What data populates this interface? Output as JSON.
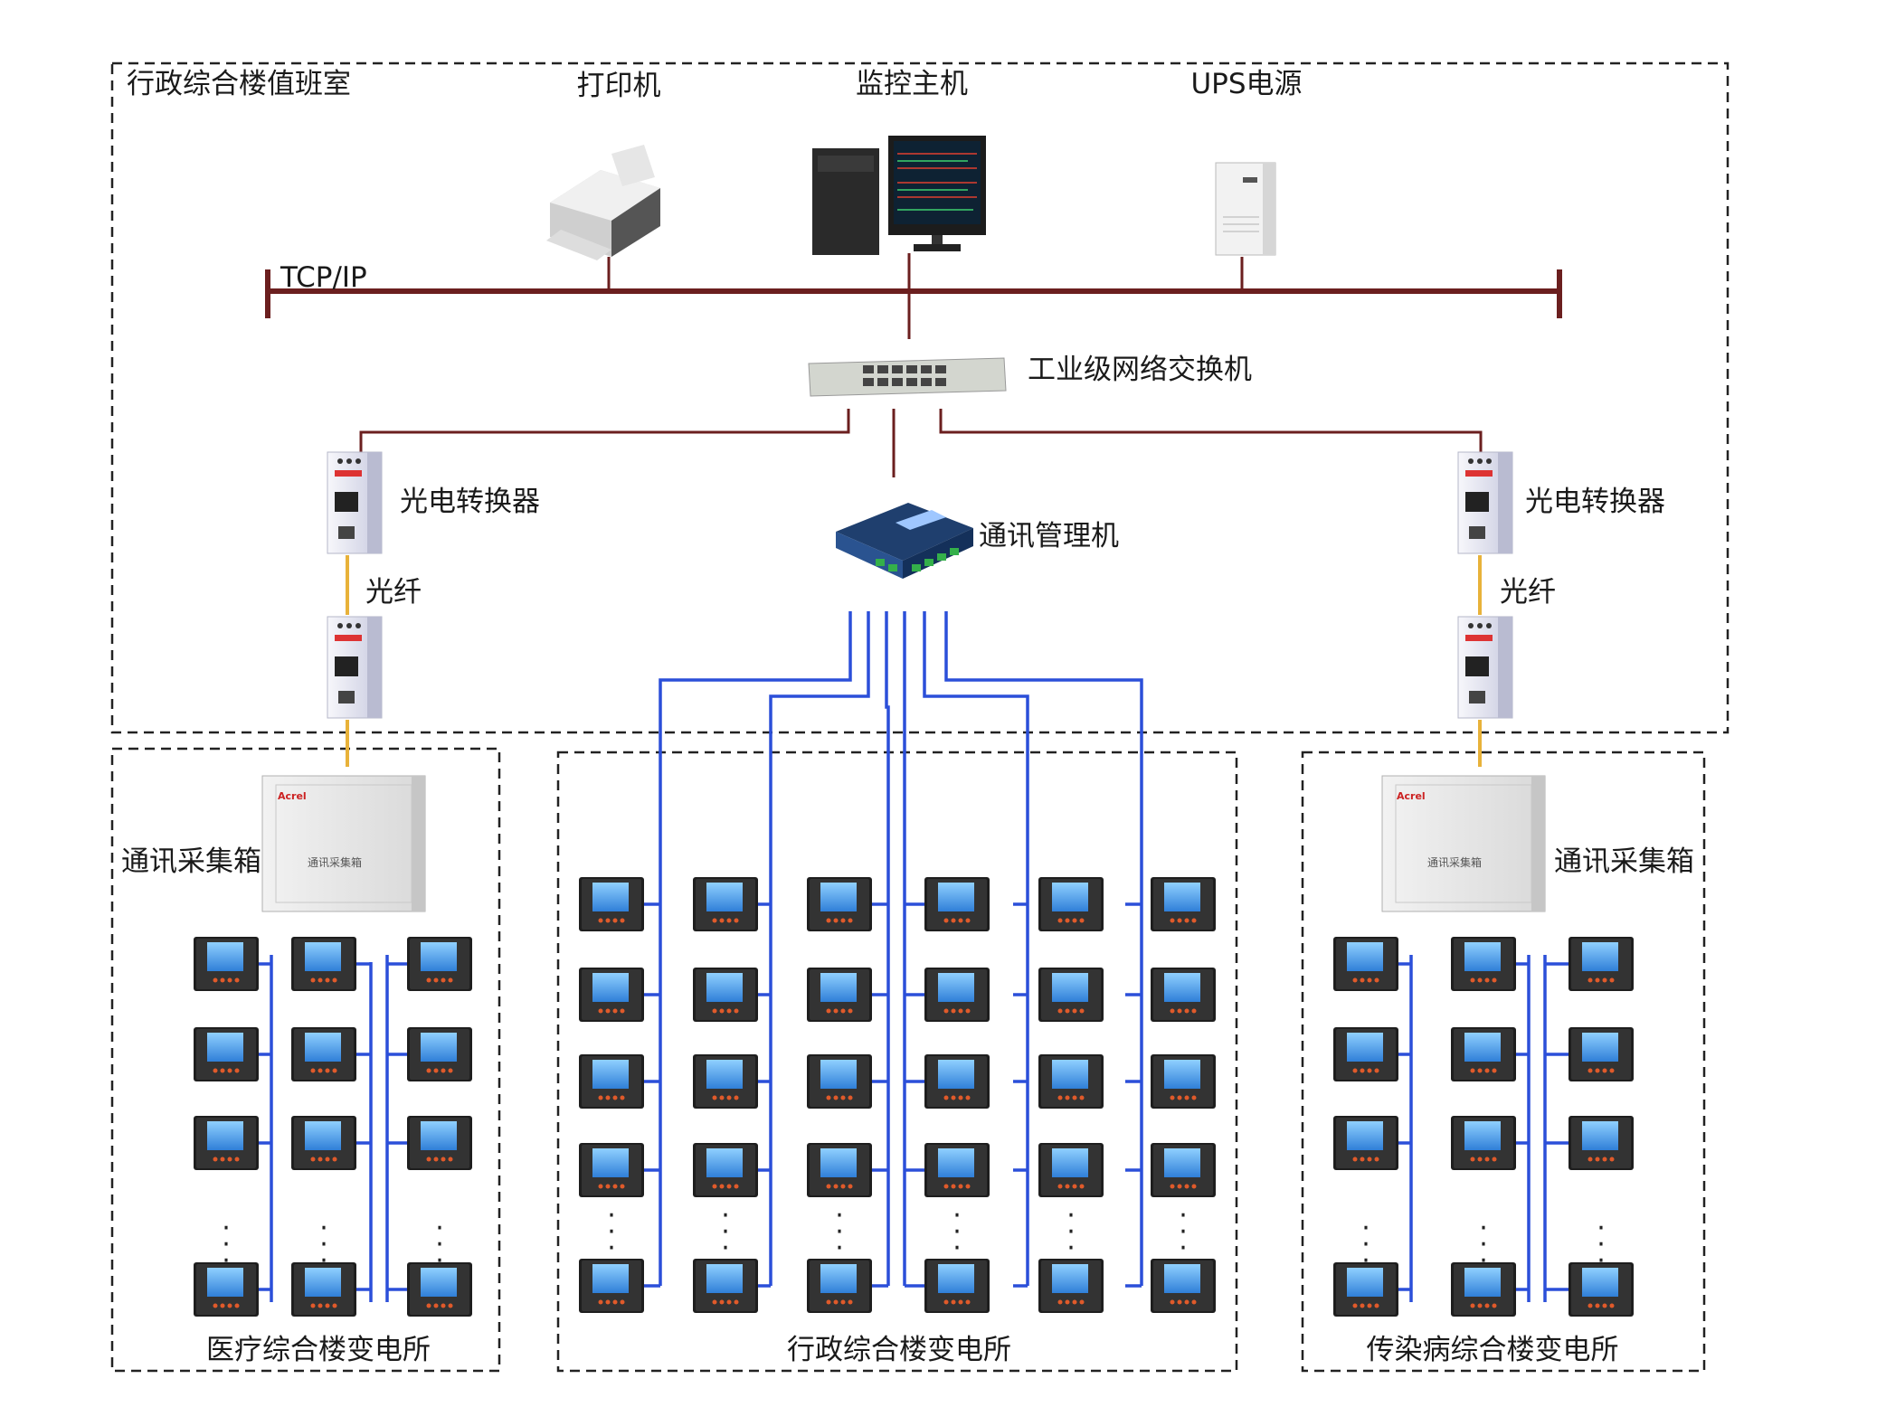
{
  "title_room": "行政综合楼值班室",
  "devices": {
    "printer": "打印机",
    "monitor_host": "监控主机",
    "ups": "UPS电源",
    "switch": "工业级网络交换机",
    "comm_manager": "通讯管理机",
    "converter_left": "光电转换器",
    "converter_right": "光电转换器",
    "fiber_left": "光纤",
    "fiber_right": "光纤",
    "collect_box_left": "通讯采集箱",
    "collect_box_right": "通讯采集箱",
    "box_face_text": "通讯采集箱",
    "brand": "Acrel"
  },
  "network": {
    "bus_label": "TCP/IP"
  },
  "substations": {
    "left": "医疗综合楼变电所",
    "middle": "行政综合楼变电所",
    "right": "传染病综合楼变电所"
  },
  "colors": {
    "bus": "#6b1f1f",
    "rs485": "#2b4fd9",
    "fiber": "#e8b23a",
    "meter_screen": "#3f8fe0"
  }
}
